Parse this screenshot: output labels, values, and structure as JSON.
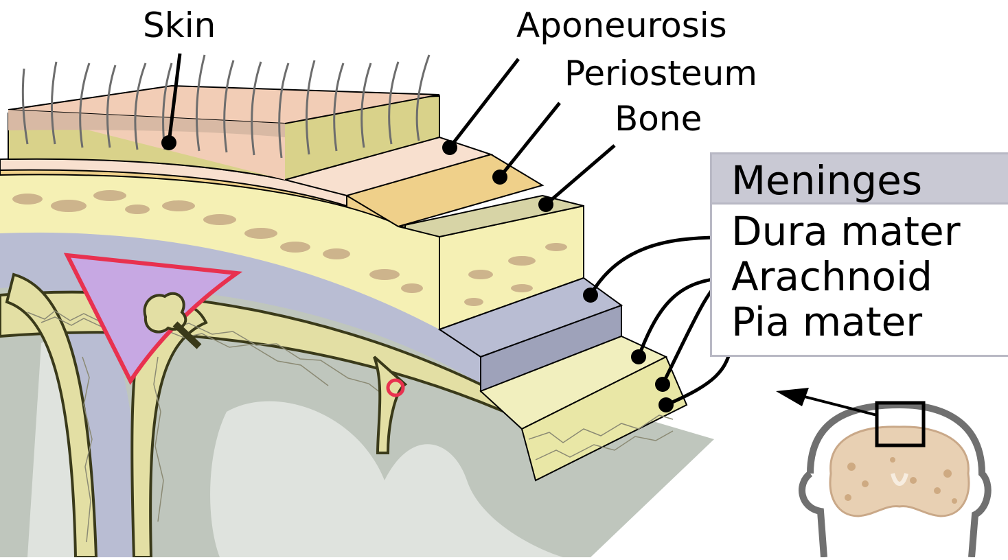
{
  "labels": {
    "skin": "Skin",
    "aponeurosis": "Aponeurosis",
    "periosteum": "Periosteum",
    "bone": "Bone"
  },
  "meninges": {
    "title": "Meninges",
    "dura": "Dura mater",
    "arachnoid": "Arachnoid",
    "pia": "Pia mater"
  },
  "colors": {
    "skin_top": "#f2cdb6",
    "skin_dermis": "#d9d28a",
    "aponeurosis": "#f8e0cf",
    "periosteum": "#efd08a",
    "bone": "#f5f0b4",
    "bone_spots": "#cdb48c",
    "dura": "#b9bdd3",
    "arachnoid": "#f1efbe",
    "pia": "#e9e7a6",
    "brain": "#bfc6bd",
    "brain_white": "#dfe3de",
    "sinus_outline": "#e8314f",
    "sinus_fill": "#c7a8e3"
  }
}
